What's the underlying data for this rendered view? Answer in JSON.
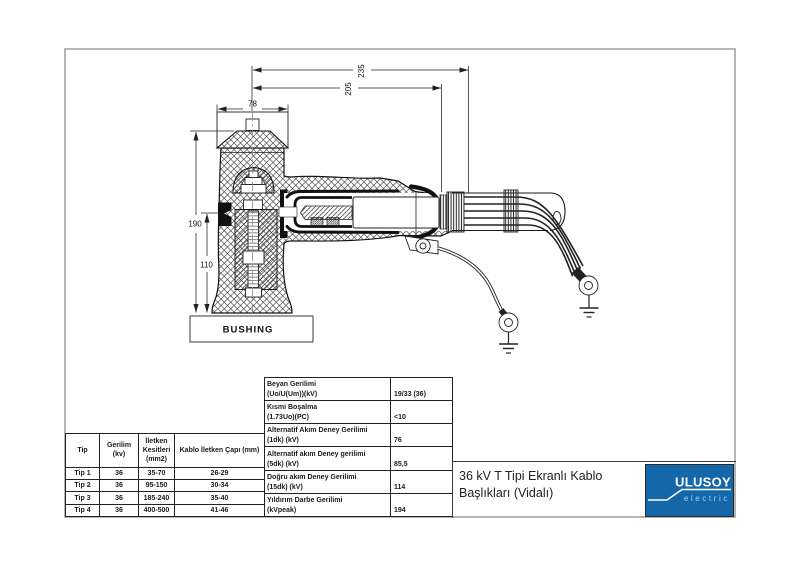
{
  "colors": {
    "logo_blue": "#1467a8",
    "logo_sub_blue": "#a9cfe9",
    "frame_gray": "#b5b5b5"
  },
  "drawing": {
    "dims": {
      "d235": "235",
      "d205": "205",
      "d78": "78",
      "d190": "190",
      "d110": "110"
    },
    "bushing_label": "BUSHING"
  },
  "type_table": {
    "headers": {
      "col1": "Tip",
      "col2_line1": "Gerilim",
      "col2_line2": "(kv)",
      "col3_line1": "İletken",
      "col3_line2": "Kesitleri",
      "col3_line3": "(mm2)",
      "col4": "Kablo İletken Çapı (mm)"
    },
    "rows": [
      [
        "Tip 1",
        "36",
        "35-70",
        "26-29"
      ],
      [
        "Tip 2",
        "36",
        "95-150",
        "30-34"
      ],
      [
        "Tip 3",
        "36",
        "185-240",
        "35-40"
      ],
      [
        "Tip 4",
        "36",
        "400-500",
        "41-46"
      ]
    ]
  },
  "spec_table": {
    "rows": [
      {
        "label1": "Beyan Gerilimi",
        "label2": "(Uo/U(Um))(kV)",
        "value": "19/33 (36)"
      },
      {
        "label1": "Kısmi Boşalma",
        "label2": "(1.73Uo)(PC)",
        "value": "<10"
      },
      {
        "label1": "Alternatif Akım Deney Gerilimi",
        "label2": "(1dk) (kV)",
        "value": "76"
      },
      {
        "label1": "Alternatif akım Deney gerilimi",
        "label2": "(5dk) (kV)",
        "value": "85,5"
      },
      {
        "label1": "Doğru akım Deney Gerilimi",
        "label2": "(15dk) (kV)",
        "value": "114"
      },
      {
        "label1": "Yıldırım Darbe Gerilimi",
        "label2": "(kVpeak)",
        "value": "194"
      }
    ]
  },
  "title_block": {
    "title_line1": "36 kV T Tipi Ekranlı Kablo",
    "title_line2": "Başlıkları (Vidalı)",
    "logo_name": "ULUSOY",
    "logo_sub": "electric"
  }
}
